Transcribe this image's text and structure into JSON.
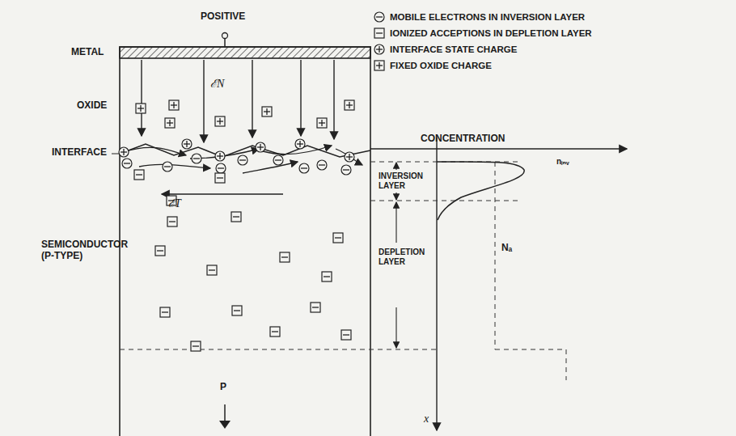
{
  "diagram": {
    "labels": [
      "POSITIVE",
      "METAL",
      "OXIDE",
      "INTERFACE",
      "SEMICONDUCTOR (P-TYPE)",
      "CONCENTRATION",
      "nᵢₙᵥ",
      "INVERSION LAYER",
      "DEPLETION LAYER",
      "Nₐ",
      "x",
      "P",
      "ℰN",
      "ℰT"
    ],
    "legend": [
      {
        "text": "MOBILE ELECTRONS IN INVERSION LAYER"
      },
      {
        "text": "IONIZED ACCEPTIONS IN DEPLETION LAYER"
      },
      {
        "text": "INTERFACE STATE CHARGE"
      },
      {
        "text": "FIXED OXIDE CHARGE"
      }
    ]
  }
}
